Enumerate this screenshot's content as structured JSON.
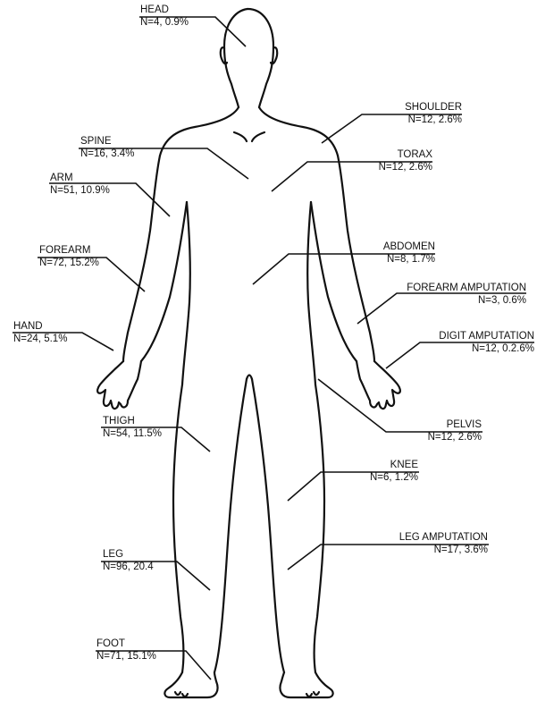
{
  "labels": [
    {
      "id": "head",
      "name": "HEAD",
      "stat": "N=4, 0.9%"
    },
    {
      "id": "shoulder",
      "name": "SHOULDER",
      "stat": "N=12, 2.6%"
    },
    {
      "id": "spine",
      "name": "SPINE",
      "stat": "N=16, 3.4%"
    },
    {
      "id": "torax",
      "name": "TORAX",
      "stat": "N=12, 2.6%"
    },
    {
      "id": "arm",
      "name": "ARM",
      "stat": "N=51, 10.9%"
    },
    {
      "id": "abdomen",
      "name": "ABDOMEN",
      "stat": "N=8, 1.7%"
    },
    {
      "id": "forearm",
      "name": "FOREARM",
      "stat": "N=72, 15.2%"
    },
    {
      "id": "forearm-amputation",
      "name": "FOREARM AMPUTATION",
      "stat": "N=3, 0.6%"
    },
    {
      "id": "hand",
      "name": "HAND",
      "stat": "N=24, 5.1%"
    },
    {
      "id": "digit-amputation",
      "name": "DIGIT AMPUTATION",
      "stat": "N=12, 0.2.6%"
    },
    {
      "id": "thigh",
      "name": "THIGH",
      "stat": "N=54, 11.5%"
    },
    {
      "id": "pelvis",
      "name": "PELVIS",
      "stat": "N=12, 2.6%"
    },
    {
      "id": "knee",
      "name": "KNEE",
      "stat": "N=6, 1.2%"
    },
    {
      "id": "leg-amputation",
      "name": "LEG AMPUTATION",
      "stat": "N=17, 3.6%"
    },
    {
      "id": "leg",
      "name": "LEG",
      "stat": "N=96, 20.4"
    },
    {
      "id": "foot",
      "name": "FOOT",
      "stat": "N=71, 15.1%"
    }
  ]
}
